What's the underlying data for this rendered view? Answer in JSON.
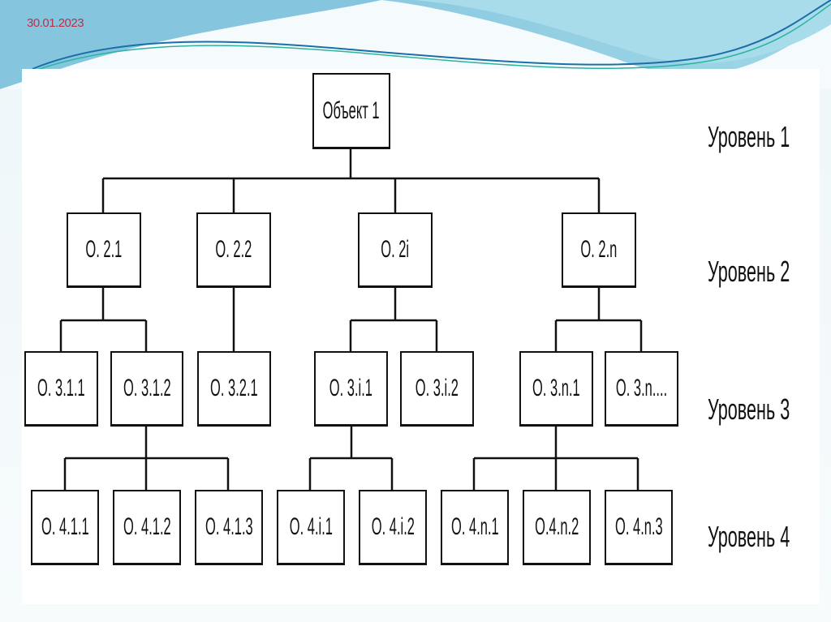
{
  "date": "30.01.2023",
  "root": "Объект 1",
  "level2": [
    "O. 2.1",
    "O. 2.2",
    "O. 2i",
    "O. 2.n"
  ],
  "level3": [
    "O. 3.1.1",
    "O. 3.1.2",
    "O. 3.2.1",
    "O. 3.i.1",
    "O. 3.i.2",
    "O. 3.n.1",
    "O. 3.n...."
  ],
  "level4": [
    "O. 4.1.1",
    "O. 4.1.2",
    "O. 4.1.3",
    "O. 4.i.1",
    "O. 4.i.2",
    "O. 4.n.1",
    "O.4.n.2",
    "O. 4.n.3"
  ],
  "levels": [
    "Уровень 1",
    "Уровень 2",
    "Уровень 3",
    "Уровень 4"
  ]
}
